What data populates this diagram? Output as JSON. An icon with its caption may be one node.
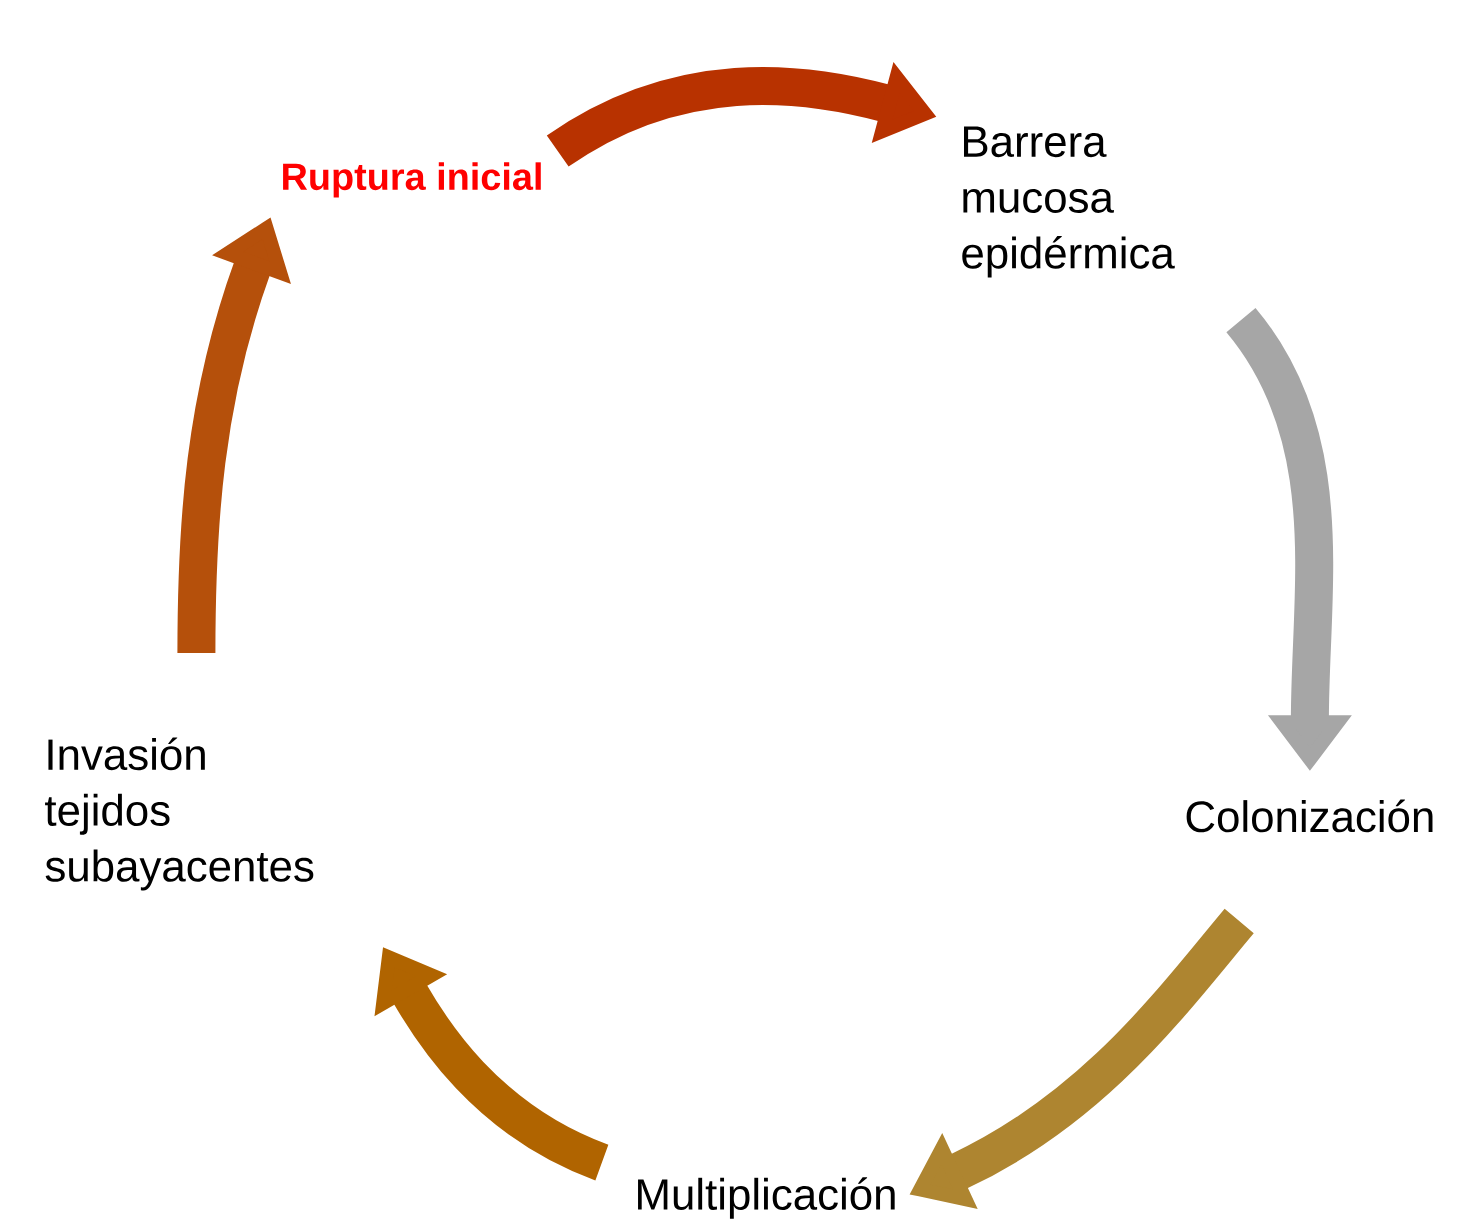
{
  "diagram": {
    "nodes": [
      {
        "text": [
          "Ruptura inicial"
        ]
      },
      {
        "text": [
          "Barrera mucosa epidérmica"
        ]
      },
      {
        "text": [
          "Colonización"
        ]
      },
      {
        "text": [
          "Multiplicación"
        ]
      },
      {
        "text": [
          "Invasión tejidos subayacentes"
        ]
      }
    ],
    "edges": [
      {
        "from": 0,
        "to": 1,
        "arrow": "to",
        "color": "#b83200"
      },
      {
        "from": 1,
        "to": 2,
        "arrow": "to",
        "color": "#a6a6a6"
      },
      {
        "from": 2,
        "to": 3,
        "arrow": "to",
        "color": "#ae8530"
      },
      {
        "from": 3,
        "to": 4,
        "arrow": "to",
        "color": "#b06400"
      },
      {
        "from": 4,
        "to": 0,
        "arrow": "to",
        "color": "#b5500b"
      }
    ]
  }
}
